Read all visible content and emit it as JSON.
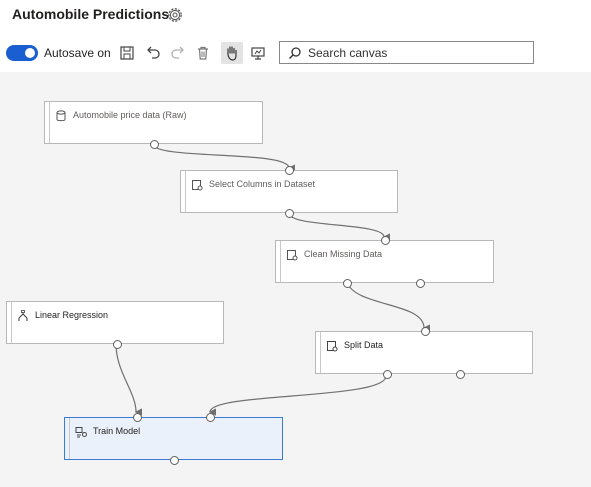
{
  "header": {
    "title": "Automobile Predictions"
  },
  "toolbar": {
    "autosave_label": "Autosave on",
    "autosave_on": true,
    "accent_color": "#1a5fd1",
    "icons": [
      "save-icon",
      "undo-icon",
      "redo-icon",
      "delete-icon",
      "pan-hand-icon",
      "screen-icon"
    ]
  },
  "search": {
    "placeholder": "Search canvas"
  },
  "modules": {
    "automobile": {
      "label": "Automobile price data (Raw)",
      "icon": "dataset-icon"
    },
    "select_columns": {
      "label": "Select Columns in Dataset",
      "icon": "module-icon"
    },
    "clean_missing": {
      "label": "Clean Missing Data",
      "icon": "module-icon"
    },
    "linear_regression": {
      "label": "Linear Regression",
      "icon": "algorithm-icon"
    },
    "split_data": {
      "label": "Split Data",
      "icon": "module-icon"
    },
    "train_model": {
      "label": "Train Model",
      "icon": "train-icon",
      "selected": true
    }
  }
}
